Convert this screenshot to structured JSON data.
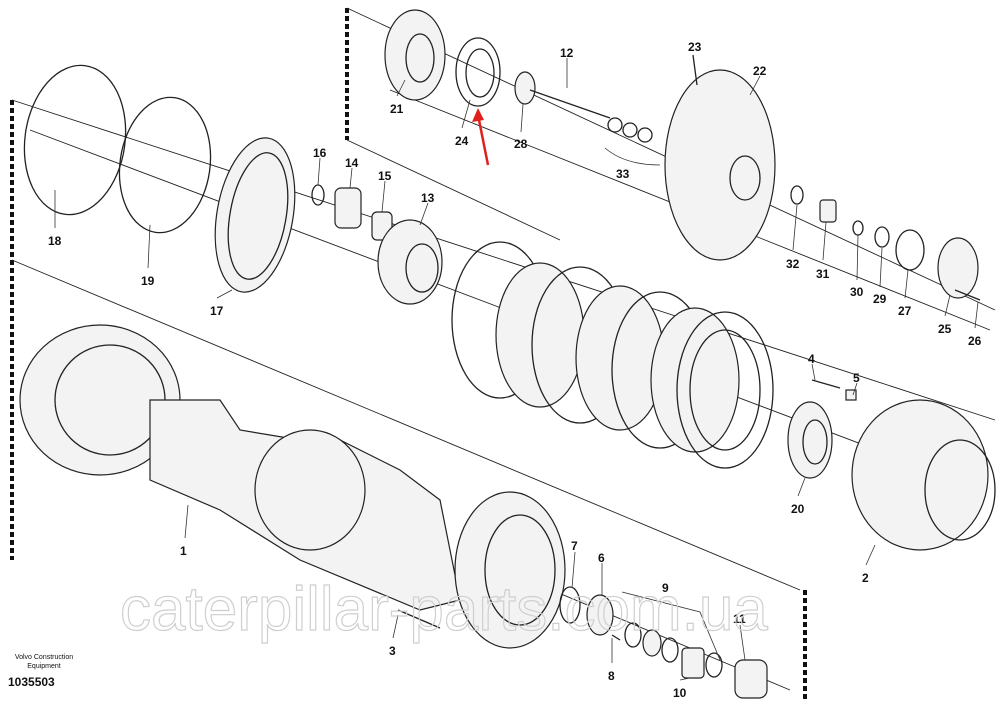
{
  "diagram": {
    "publisher": "Volvo Construction Equipment",
    "drawing_number": "1035503",
    "watermark": "caterpillar-parts.com.ua",
    "arrow_color": "#e0201b",
    "callouts": [
      "1",
      "2",
      "3",
      "4",
      "5",
      "6",
      "7",
      "8",
      "9",
      "10",
      "11",
      "12",
      "13",
      "14",
      "15",
      "16",
      "17",
      "18",
      "19",
      "20",
      "21",
      "22",
      "23",
      "24",
      "25",
      "26",
      "27",
      "28",
      "29",
      "30",
      "31",
      "32",
      "33"
    ]
  }
}
